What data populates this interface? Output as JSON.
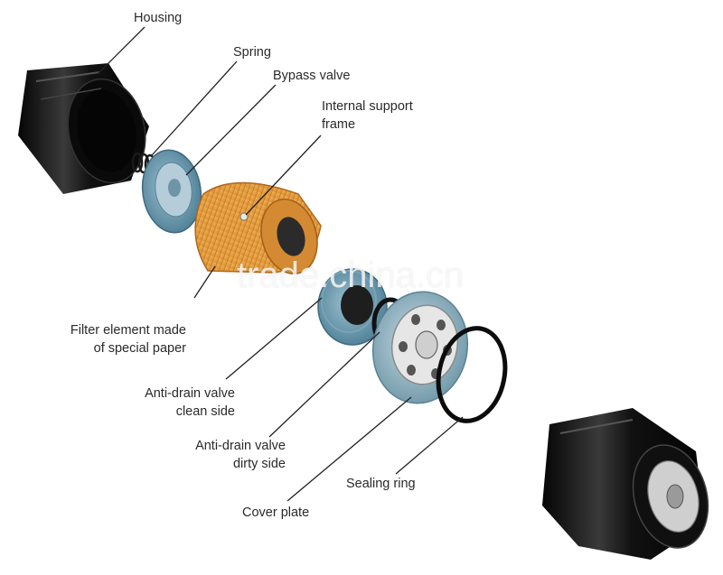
{
  "labels": {
    "housing": "Housing",
    "spring": "Spring",
    "bypass_valve": "Bypass valve",
    "internal_support_frame": [
      "Internal support",
      "frame"
    ],
    "filter_element": [
      "Filter element made",
      "of special paper"
    ],
    "anti_drain_clean": [
      "Anti-drain valve",
      "clean side"
    ],
    "anti_drain_dirty": [
      "Anti-drain valve",
      "dirty side"
    ],
    "sealing_ring": "Sealing ring",
    "cover_plate": "Cover plate"
  },
  "watermark": "trade.china.cn",
  "colors": {
    "housing_black": "#141414",
    "paper_orange": "#e8a040",
    "valve_teal": "#5f8fa5",
    "plate_grey": "#8fb0bd",
    "leader_line": "#222222"
  }
}
